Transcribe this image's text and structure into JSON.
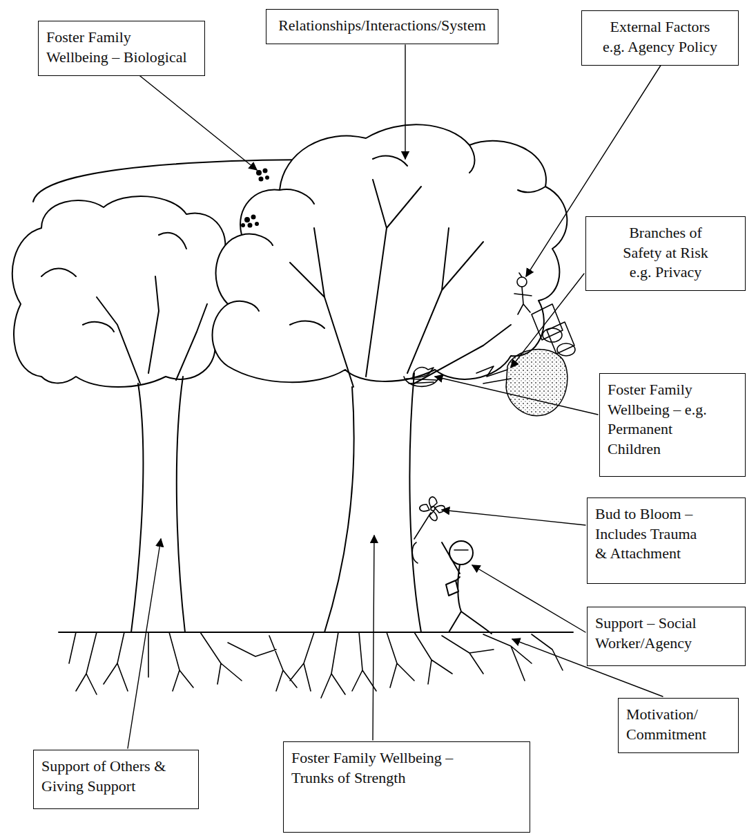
{
  "diagram": {
    "nodes": [
      {
        "text": [
          "Foster Family Wellbeing – Biological"
        ]
      },
      {
        "text": [
          "Relationships/Interactions/System"
        ]
      },
      {
        "text": [
          "External Factors e.g. Agency Policy"
        ]
      },
      {
        "text": [
          "Branches of Safety at Risk e.g. Privacy"
        ]
      },
      {
        "text": [
          "Foster Family Wellbeing – e.g. Permanent Children"
        ]
      },
      {
        "text": [
          "Bud to Bloom – Includes Trauma & Attachment"
        ]
      },
      {
        "text": [
          "Support – Social Worker/Agency"
        ]
      },
      {
        "text": [
          "Motivation/ Commitment"
        ]
      },
      {
        "text": [
          "Support of Others & Giving Support"
        ]
      },
      {
        "text": [
          "Foster Family Wellbeing – Trunks of Strength"
        ]
      }
    ]
  }
}
